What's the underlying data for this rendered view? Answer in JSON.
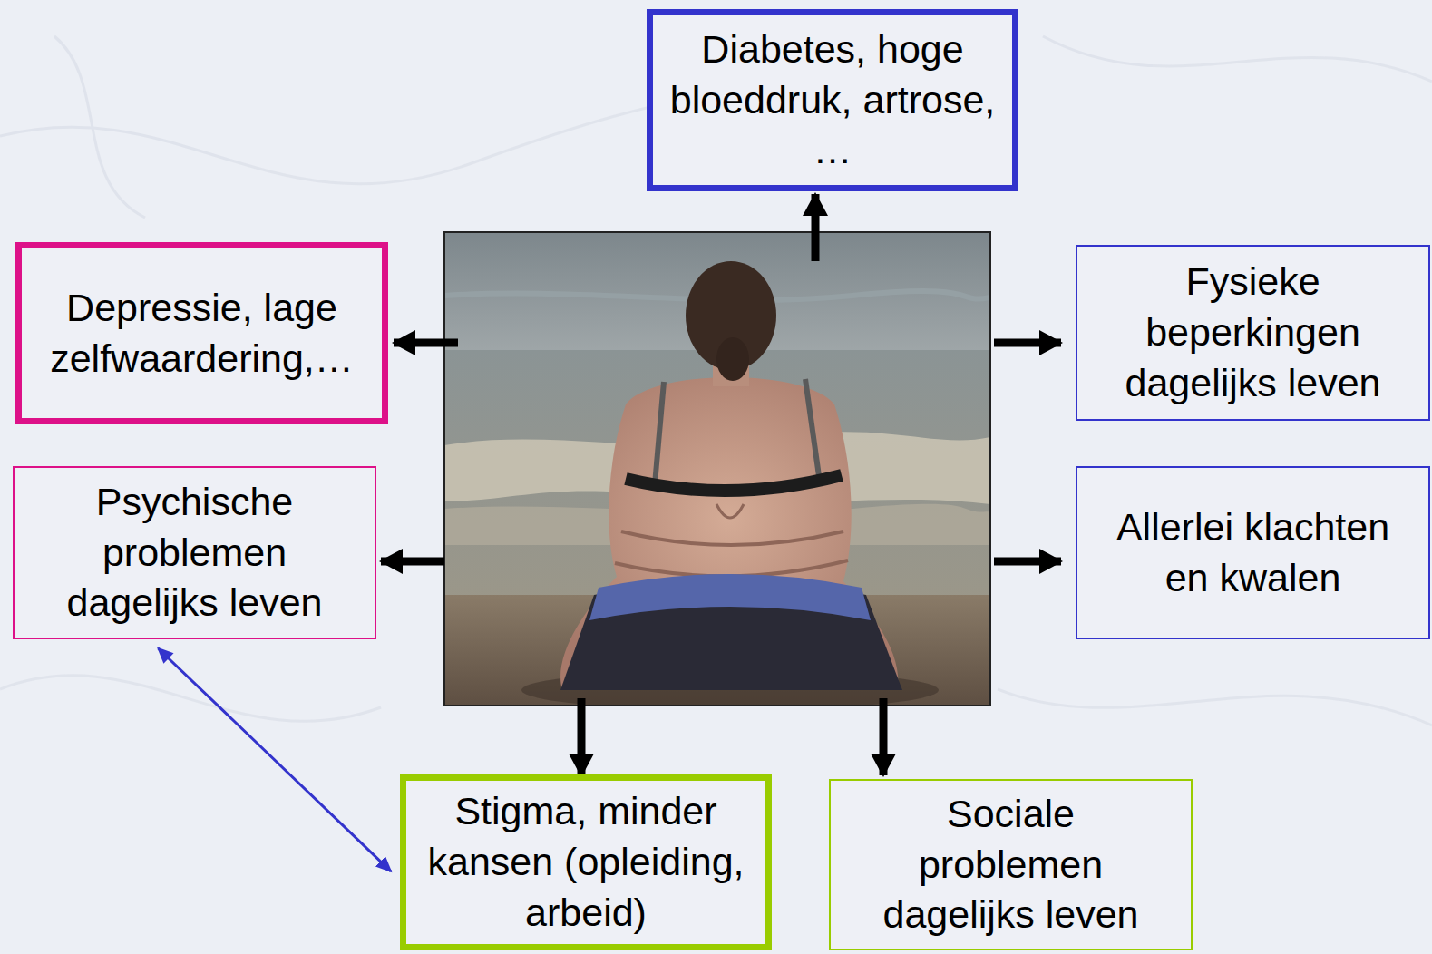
{
  "diagram": {
    "nodes": [
      {
        "text": [
          "Diabetes, hoge bloeddruk, artrose, …"
        ]
      },
      {
        "text": [
          "Depressie, lage zelfwaardering,…"
        ]
      },
      {
        "text": [
          "Fysieke beperkingen dagelijks leven"
        ]
      },
      {
        "text": [
          "Psychische problemen dagelijks leven"
        ]
      },
      {
        "text": [
          "Allerlei klachten en kwalen"
        ]
      },
      {
        "text": [
          "Stigma, minder kansen (opleiding, arbeid)"
        ]
      },
      {
        "text": [
          "Sociale problemen dagelijks leven"
        ]
      }
    ],
    "edges": [
      {
        "from": 3,
        "to": 5,
        "arrow": "both"
      }
    ]
  }
}
